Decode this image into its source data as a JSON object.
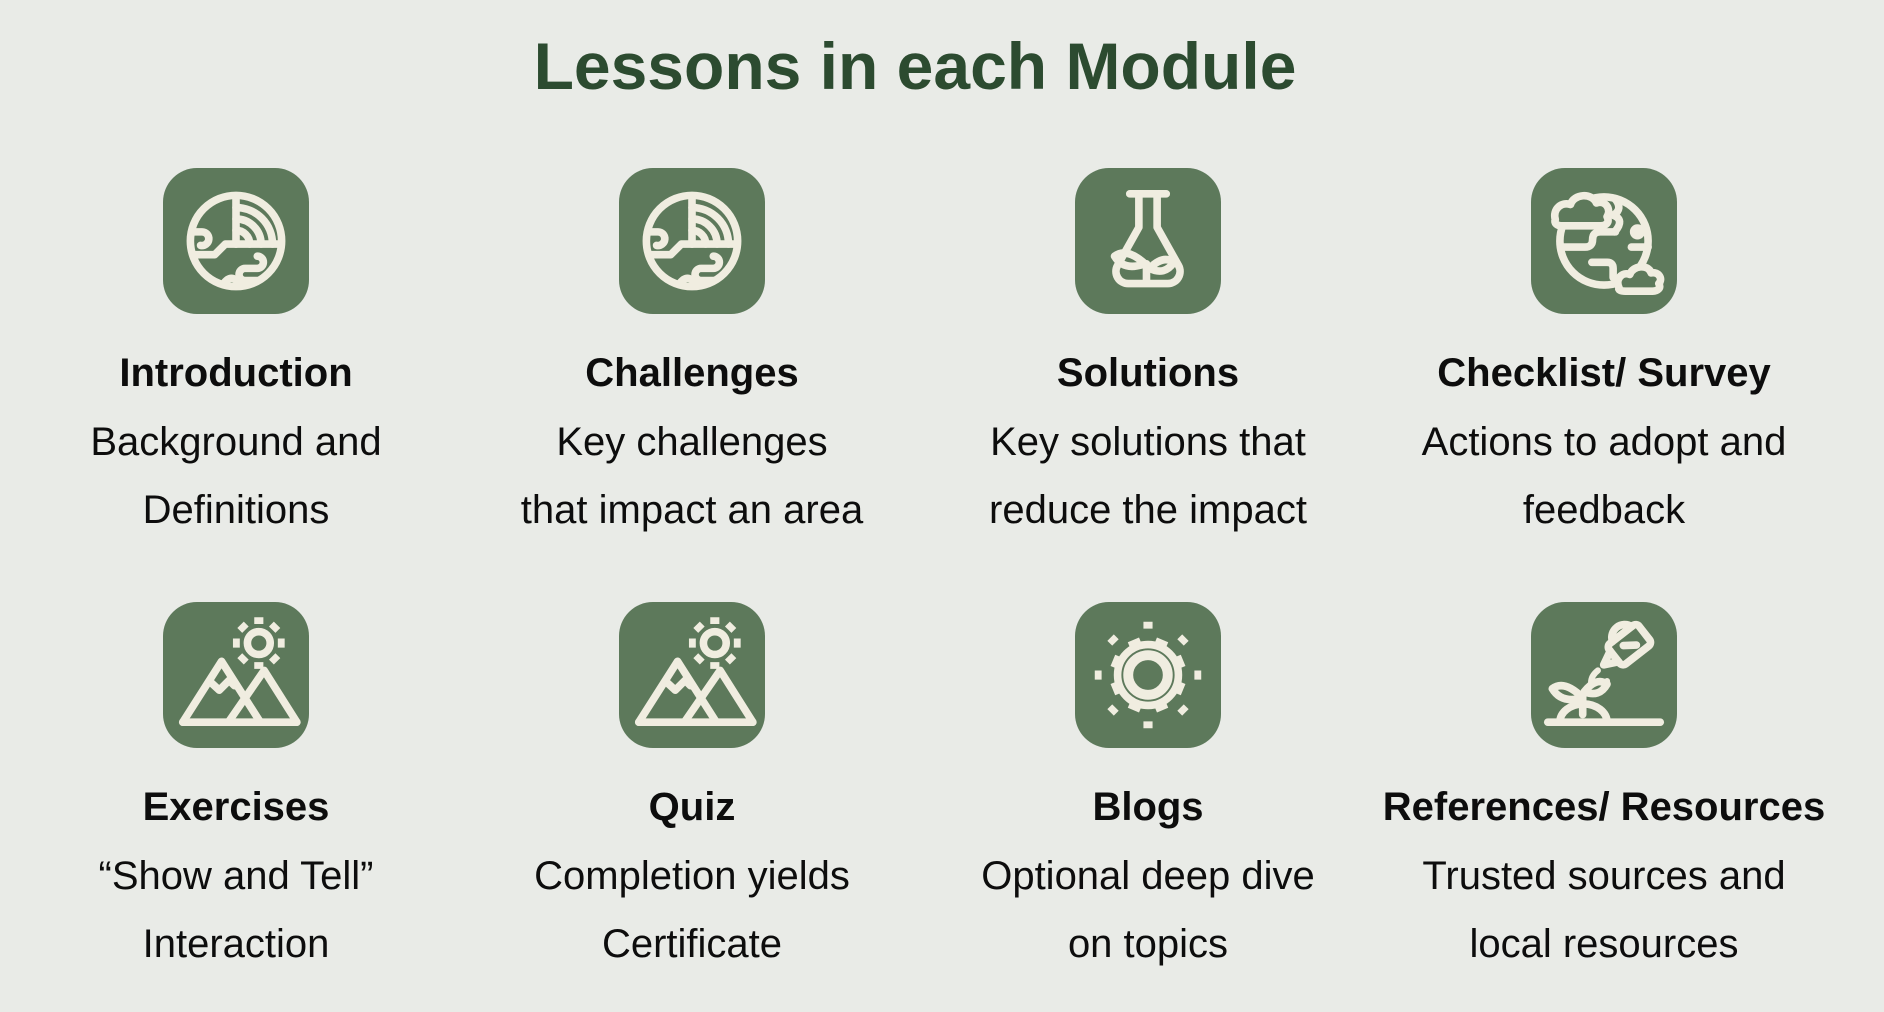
{
  "slide": {
    "title": "Lessons in each Module"
  },
  "cards": [
    {
      "title": "Introduction",
      "desc": [
        "Background and",
        "Definitions"
      ],
      "icon": "earth-layers-icon"
    },
    {
      "title": "Challenges",
      "desc": [
        "Key challenges",
        "that impact an area"
      ],
      "icon": "earth-layers-icon"
    },
    {
      "title": "Solutions",
      "desc": [
        "Key solutions that",
        "reduce the impact"
      ],
      "icon": "flask-plant-icon"
    },
    {
      "title": "Checklist/ Survey",
      "desc": [
        "Actions to adopt and",
        "feedback"
      ],
      "icon": "planet-clouds-icon"
    },
    {
      "title": "Exercises",
      "desc": [
        "“Show and Tell”",
        "Interaction"
      ],
      "icon": "mountains-sun-icon"
    },
    {
      "title": "Quiz",
      "desc": [
        "Completion yields",
        "Certificate"
      ],
      "icon": "mountains-sun-icon"
    },
    {
      "title": "Blogs",
      "desc": [
        "Optional deep dive",
        "on topics"
      ],
      "icon": "sun-gear-icon"
    },
    {
      "title": "References/ Resources",
      "desc": [
        "Trusted sources and",
        "local resources"
      ],
      "icon": "watering-plant-icon"
    }
  ],
  "colors": {
    "background": "#E9EBE7",
    "icon_tile": "#5D795B",
    "icon_stroke": "#F0EDE0",
    "title_green": "#2C4B30",
    "text": "#0D0D0D"
  }
}
